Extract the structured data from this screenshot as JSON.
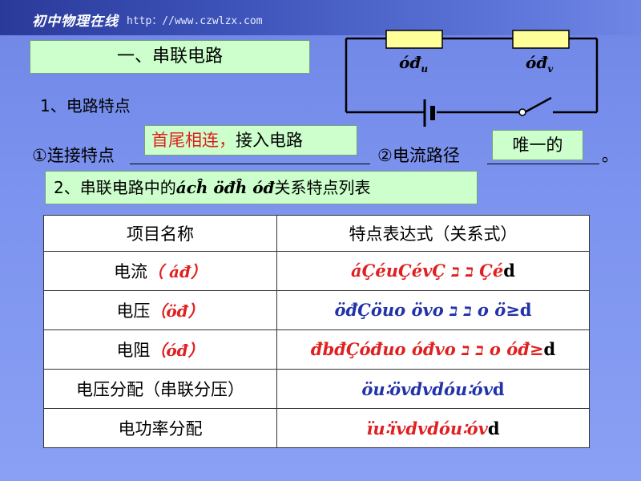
{
  "header": {
    "brand": "初中物理在线",
    "url": "http：//www.czwlzx.com"
  },
  "section1": {
    "title": "一、串联电路",
    "subtitle": "1、电路特点",
    "q1_label": "①连接特点",
    "q1_answer_red": "首尾相连，",
    "q1_answer_black": "接入电路",
    "q2_label": "②电流路径",
    "q2_answer": "唯一的",
    "end_mark": "。"
  },
  "circuit": {
    "r1_label": "óđ",
    "r1_sub": "u",
    "r2_label": "óđ",
    "r2_sub": "v"
  },
  "section2": {
    "prefix": "2、串联电路中的",
    "symbols": "ácĥ öđĥ óđ",
    "suffix": "关系特点列表"
  },
  "table": {
    "headers": [
      "项目名称",
      "特点表达式（关系式）"
    ],
    "rows": [
      {
        "name": "电流",
        "symbol": "（ áđ）",
        "formula_a": "áÇéuÇévÇ ב ב Çé",
        "formula_b": "d"
      },
      {
        "name": "电压",
        "symbol": "（öđ）",
        "formula_a": "öđÇöuo övo ב ב o ö≥",
        "formula_b": "d"
      },
      {
        "name": "电阻",
        "symbol": "（óđ）",
        "formula_a": "đbđÇóđuo óđvo ב ב o óđ≥",
        "formula_b": "d"
      },
      {
        "name": "电压分配（串联分压）",
        "symbol": "",
        "formula_a": "öu∶övdvdóu∶óv",
        "formula_b": "d"
      },
      {
        "name": "电功率分配",
        "symbol": "",
        "formula_a": "ïu∶ïvdvdóu∶óv",
        "formula_b": "d"
      }
    ]
  },
  "colors": {
    "background": "#7c93ef",
    "green_box": "#ccffcc",
    "red": "#e02020",
    "blue": "#2232a8",
    "resistor_fill": "#ffff99"
  }
}
